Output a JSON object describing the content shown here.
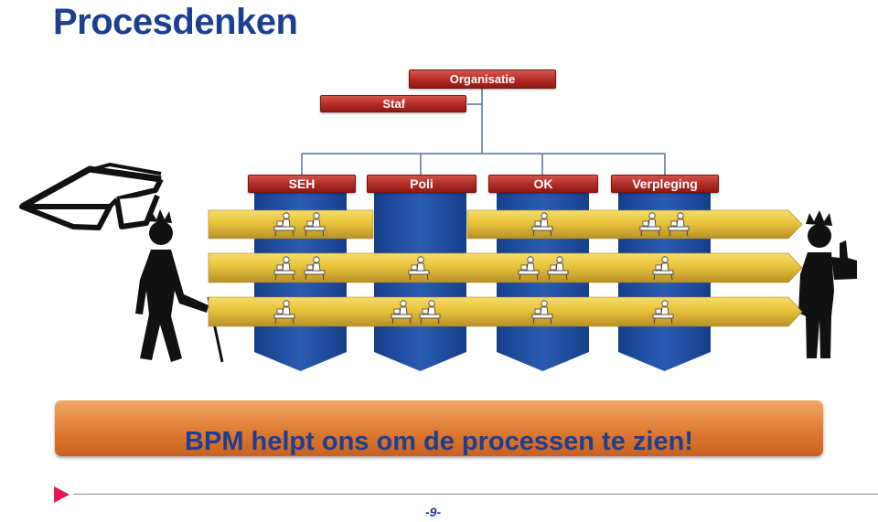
{
  "title": "Procesdenken",
  "org": {
    "top": "Organisatie",
    "staff": "Staf"
  },
  "departments": [
    "SEH",
    "Poli",
    "OK",
    "Verpleging"
  ],
  "banner": "BPM helpt ons om de processen te zien!",
  "page_number": "-9-",
  "colors": {
    "title_blue": "#1d3f8f",
    "org_red": "#b52a24",
    "column_blue": "#1d4fa3",
    "process_yellow": "#e8c33a",
    "banner_orange": "#e07b32",
    "footer_arrow": "#e8174f"
  },
  "icons": {
    "eyeglasses": "eyeglasses-icon",
    "blind_king": "blind-king-figure",
    "thumbs_up_king": "thumbs-up-king-figure",
    "worker": "desk-worker-icon"
  }
}
